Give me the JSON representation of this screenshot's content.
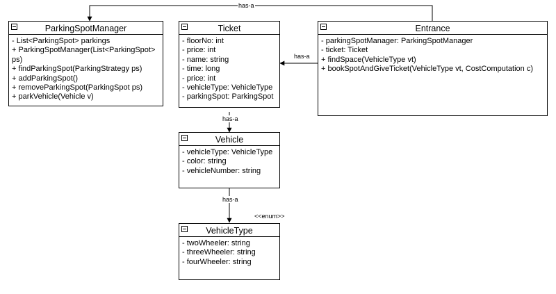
{
  "diagram": {
    "classes": [
      {
        "id": "parking_spot_manager",
        "title": "ParkingSpotManager",
        "members": [
          "- List<ParkingSpot> parkings",
          "+ ParkingSpotManager(List<ParkingSpot>",
          "ps)",
          "+ findParkingSpot(ParkingStrategy ps)",
          "+ addParkingSpot()",
          "+ removeParkingSpot(ParkingSpot ps)",
          "+ parkVehicle(Vehicle v)"
        ]
      },
      {
        "id": "ticket",
        "title": "Ticket",
        "members": [
          "- floorNo: int",
          "- price: int",
          "- name: string",
          "- time: long",
          "- price: int",
          "- vehicleType: VehicleType",
          "- parkingSpot: ParkingSpot"
        ]
      },
      {
        "id": "entrance",
        "title": "Entrance",
        "members": [
          "- parkingSpotManager: ParkingSpotManager",
          "- ticket: Ticket",
          "+ findSpace(VehicleType vt)",
          "+ bookSpotAndGiveTicket(VehicleType vt, CostComputation c)"
        ]
      },
      {
        "id": "vehicle",
        "title": "Vehicle",
        "members": [
          "- vehicleType: VehicleType",
          "- color: string",
          "- vehicleNumber: string"
        ]
      },
      {
        "id": "vehicle_type",
        "title": "VehicleType",
        "stereotype": "<<enum>>",
        "members": [
          "- twoWheeler: string",
          "- threeWheeler: string",
          "- fourWheeler: string"
        ]
      }
    ],
    "relations": [
      {
        "from": "entrance",
        "to": "parking_spot_manager",
        "label": "has-a"
      },
      {
        "from": "entrance",
        "to": "ticket",
        "label": "has-a"
      },
      {
        "from": "ticket",
        "to": "vehicle",
        "label": "has-a"
      },
      {
        "from": "vehicle",
        "to": "vehicle_type",
        "label": "has-a"
      }
    ]
  }
}
